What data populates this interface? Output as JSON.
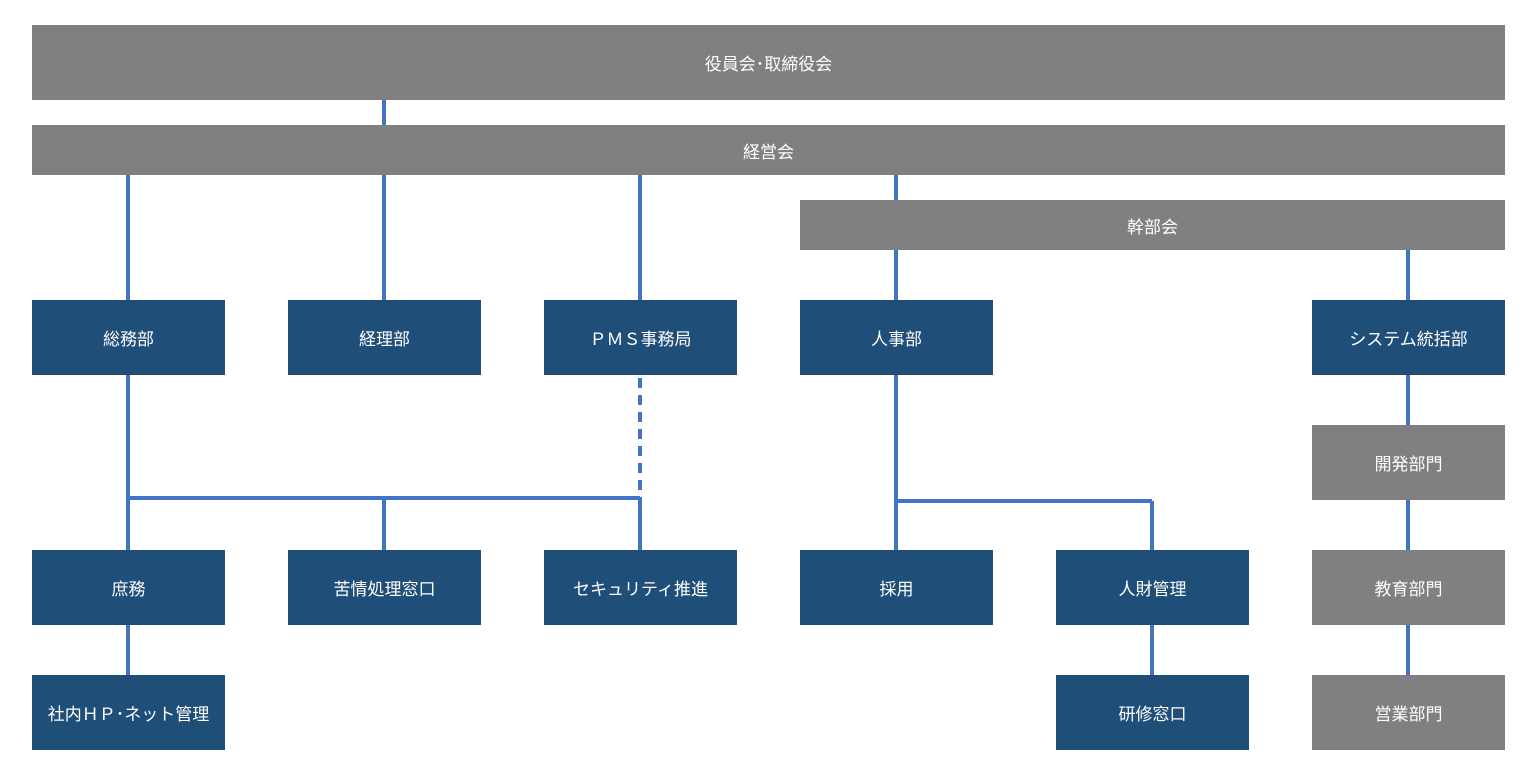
{
  "board": {
    "label": "役員会･取締役会"
  },
  "management_council": {
    "label": "経営会"
  },
  "executive_council": {
    "label": "幹部会"
  },
  "departments": {
    "general_affairs": "総務部",
    "accounting": "経理部",
    "pms_office": "ＰＭＳ事務局",
    "hr": "人事部",
    "system_integration": "システム統括部"
  },
  "sections": {
    "clerical": "庶務",
    "complaints": "苦情処理窓口",
    "security": "セキュリティ推進",
    "recruiting": "採用",
    "talent_mgmt": "人財管理",
    "intranet": "社内ＨＰ･ネット管理",
    "training": "研修窓口",
    "development": "開発部門",
    "education": "教育部門",
    "sales": "営業部門"
  },
  "colors": {
    "council": "#808080",
    "department": "#1f4e79",
    "connector": "#4472c4"
  }
}
